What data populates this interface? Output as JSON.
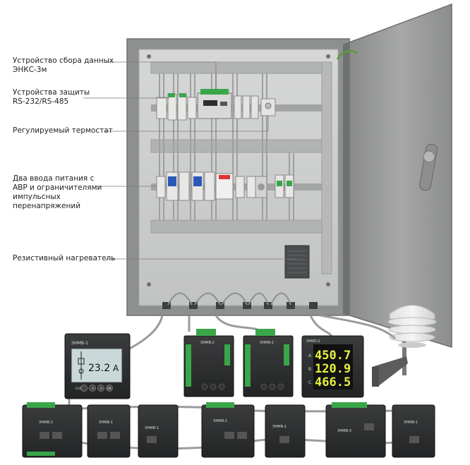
{
  "callouts": [
    {
      "id": "data-collector",
      "text": "Устройство сбора данных\nЭНКС-3м"
    },
    {
      "id": "protection",
      "text": "Устройства защиты\nRS-232/RS-485"
    },
    {
      "id": "thermostat",
      "text": "Регулируемый термостат"
    },
    {
      "id": "power-inputs",
      "text": "Два ввода питания с\nАВР и ограничителями\nимпульсных\nперенапряжений"
    },
    {
      "id": "heater",
      "text": "Резистивный нагреватель"
    }
  ],
  "devices": {
    "display_module": {
      "brand": "ЭНМВ-1",
      "reading_value": "23.2",
      "reading_unit": "A",
      "buttons": [
        "ESC",
        "<",
        ">",
        "OK"
      ]
    },
    "io_module_1": {
      "label": "ЭНМВ-2"
    },
    "io_module_2": {
      "label": "ЭНМВ-2"
    },
    "meter": {
      "label": "ЭНИП-2",
      "readings": [
        {
          "phase": "A",
          "value": "450.7"
        },
        {
          "phase": "B",
          "value": "120.9"
        },
        {
          "phase": "C",
          "value": "466.5"
        }
      ]
    },
    "bottom_modules": [
      {
        "label": "ЭНМВ-2"
      },
      {
        "label": "ЭНМВ-1"
      },
      {
        "label": "ЭНМВ-1"
      },
      {
        "label": "ЭНМВ-2"
      },
      {
        "label": "ЭНМВ-1"
      },
      {
        "label": "ЭНМВ-3"
      },
      {
        "label": "ЭНМВ-1"
      }
    ]
  },
  "colors": {
    "cabinet": "#8f9090",
    "cabinet_inner": "#c7c8c8",
    "door": "#9c9d9d",
    "device_dark": "#2b2d2e",
    "terminal_green": "#3aa64a",
    "breaker_blue": "#2a58b8",
    "meter_digits": "#e6f041",
    "lcd": "#c9d8d8"
  }
}
